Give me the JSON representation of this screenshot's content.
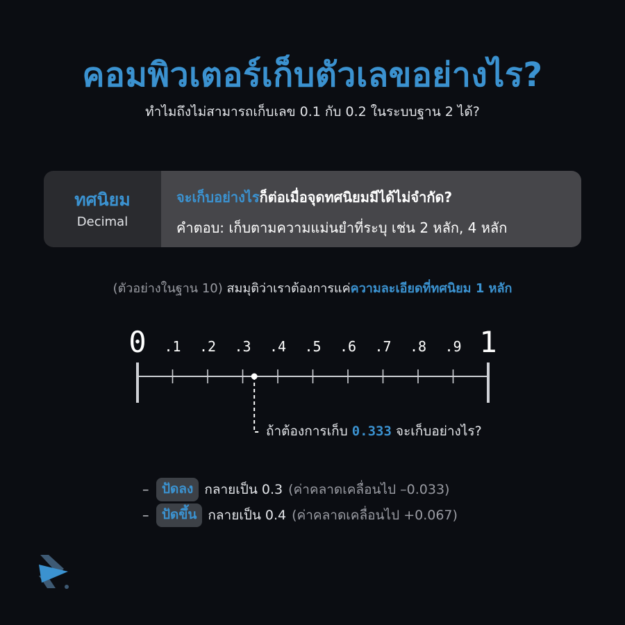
{
  "title": "คอมพิวเตอร์เก็บตัวเลขอย่างไร?",
  "subtitle": "ทำไมถึงไม่สามารถเก็บเลข 0.1 กับ 0.2 ในระบบฐาน 2 ได้?",
  "card": {
    "term_th": "ทศนิยม",
    "term_en": "Decimal",
    "question_highlight": "จะเก็บอย่างไร",
    "question_rest": "ก็ต่อเมื่อจุดทศนิยมมีได้ไม่จำกัด?",
    "answer": "คำตอบ: เก็บตามความแม่นยำที่ระบุ เช่น 2 หลัก, 4 หลัก"
  },
  "example": {
    "prefix": "(ตัวอย่างในฐาน 10)",
    "text": " สมมุติว่าเราต้องการแค่",
    "highlight": "ความละเอียดที่ทศนิยม 1 หลัก"
  },
  "number_line": {
    "start_label": "0",
    "end_label": "1",
    "tick_labels": [
      ".1",
      ".2",
      ".3",
      ".4",
      ".5",
      ".6",
      ".7",
      ".8",
      ".9"
    ],
    "marker_value": 0.333
  },
  "question": {
    "before": "ถ้าต้องการเก็บ ",
    "value": "0.333",
    "after": " จะเก็บอย่างไร?"
  },
  "bullets": [
    {
      "dash": "–",
      "pill": "ปัดลง",
      "text": "กลายเป็น 0.3",
      "note": "(ค่าคลาดเคลื่อนไป –0.033)"
    },
    {
      "dash": "–",
      "pill": "ปัดขึ้น",
      "text": "กลายเป็น 0.4",
      "note": "(ค่าคลาดเคลื่อนไป +0.067)"
    }
  ],
  "colors": {
    "background": "#0b0d12",
    "accent": "#3b92d0",
    "card_left": "#2a2b2f",
    "card_right": "#46464a",
    "pill": "#3d4147",
    "logo_dark": "#3e5a74"
  }
}
